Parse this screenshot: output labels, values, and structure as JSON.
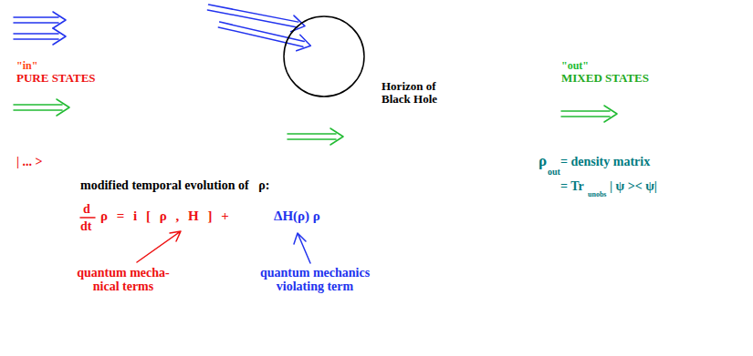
{
  "diagram": {
    "nodes": [
      {
        "text": [
          "Horizon of Black Hole"
        ]
      }
    ],
    "labels": [
      "\"in\"",
      "PURE STATES",
      "\"out\"",
      "MIXED STATES",
      "| ... >",
      "modified temporal evolution of   ρ:",
      "d",
      "dt",
      "ρ = i [ ρ , H ] +",
      "ΔH(ρ) ρ",
      "quantum mecha- nical terms",
      "quantum mechanics violating term",
      "ρ",
      "out",
      "= density matrix",
      "= Tr",
      "unobs",
      "| ψ >< ψ|"
    ]
  }
}
